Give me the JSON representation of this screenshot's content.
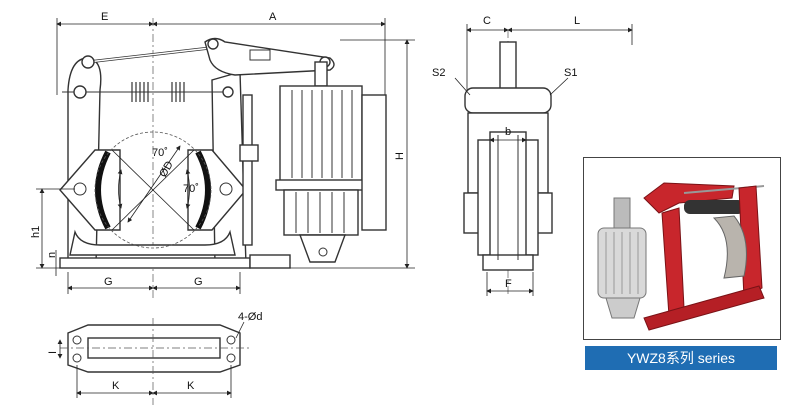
{
  "main_view": {
    "dim_E": "E",
    "dim_A": "A",
    "dim_H": "H",
    "dim_h1": "h1",
    "dim_n": "n",
    "dim_G_left": "G",
    "dim_G_right": "G",
    "dim_D": "ØD",
    "angle_top": "70˚",
    "angle_right": "70˚"
  },
  "side_view": {
    "dim_C": "C",
    "dim_L": "L",
    "label_S2": "S2",
    "label_S1": "S1",
    "dim_b": "b",
    "dim_F": "F"
  },
  "bottom_view": {
    "hole_label": "4-Ød",
    "dim_I": "I",
    "dim_K_left": "K",
    "dim_K_right": "K"
  },
  "product": {
    "caption": "YWZ8系列 series",
    "frame_color": "#c8262c",
    "caption_bg": "#1f6db3"
  }
}
